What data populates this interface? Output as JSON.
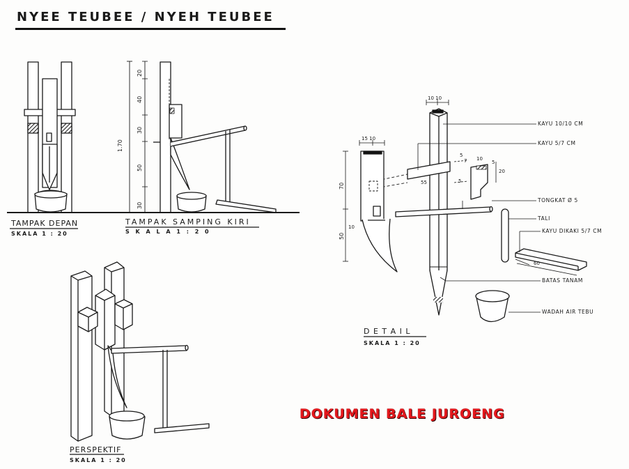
{
  "title": "NYEE  TEUBEE  /  NYEH TEUBEE",
  "views": {
    "front": {
      "label": "TAMPAK DEPAN",
      "scale": "SKALA   1 : 20"
    },
    "side": {
      "label": "TAMPAK  SAMPING  KIRI",
      "scale": "S K A L A      1  :  2  0"
    },
    "perspective": {
      "label": "PERSPEKTIF",
      "scale": "SKALA   1 : 20"
    },
    "detail": {
      "label": "D E T A I L",
      "scale": "SKALA   1 : 20"
    }
  },
  "side_dimensions": {
    "total": "1.70",
    "segments": [
      "20",
      "40",
      "30",
      "50",
      "30"
    ]
  },
  "detail_dimensions": {
    "post_width": "10  10",
    "beam_width": "15  10",
    "beam_upper": "70",
    "beam_lower": "50",
    "beam_tip": "10",
    "tenon": "5",
    "tenon_length": "55",
    "bracket_top": "10",
    "bracket_side": "5",
    "bracket_height": "20",
    "small_a": "7",
    "small_b": "5",
    "foot_length": "60"
  },
  "detail_notes": {
    "post": "KAYU  10/10 CM",
    "beam": "KAYU   5/7 CM",
    "rod": "TONGKAT Ø 5",
    "rope": "TALI",
    "foot": "KAYU DIKAKI  5/7 CM",
    "ground": "BATAS  TANAM",
    "bowl": "WADAH AIR TEBU"
  },
  "watermark": "DOKUMEN BALE JUROENG",
  "colors": {
    "ink": "#1a1a1a",
    "paper": "#fdfdfc",
    "watermark": "#e4171c"
  }
}
